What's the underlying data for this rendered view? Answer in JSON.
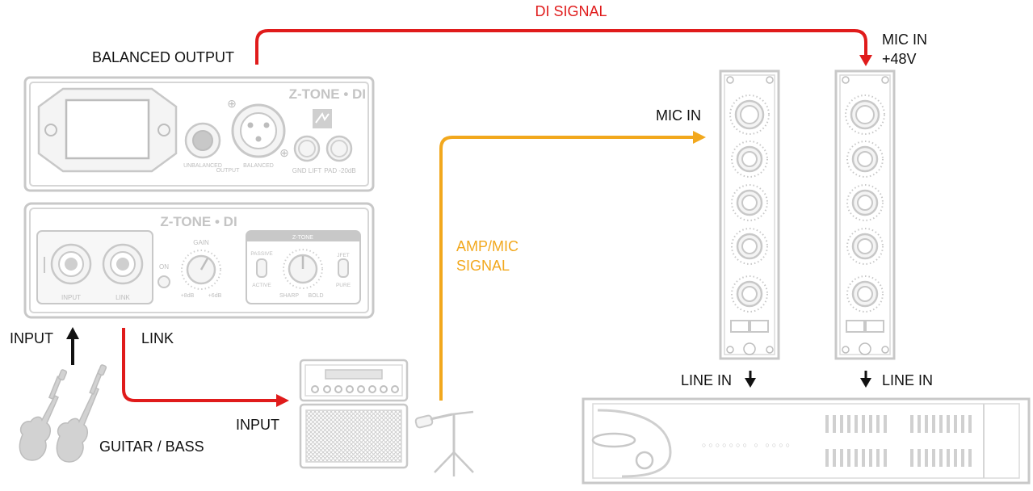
{
  "colors": {
    "di_signal": "#e01b1b",
    "amp_mic_signal": "#f2a81d",
    "arrow_black": "#111111",
    "device_stroke": "#c8c8c8",
    "device_fill": "#f4f4f4"
  },
  "labels": {
    "di_signal": "DI SIGNAL",
    "balanced_output": "BALANCED OUTPUT",
    "mic_in": "MIC IN",
    "mic_in_48v_line1": "MIC IN",
    "mic_in_48v_line2": "+48V",
    "amp_mic_line1": "AMP/MIC",
    "amp_mic_line2": "SIGNAL",
    "input_left": "INPUT",
    "link": "LINK",
    "input_amp": "INPUT",
    "guitar_bass": "GUITAR / BASS",
    "line_in_left": "LINE IN",
    "line_in_right": "LINE IN"
  },
  "device_back": {
    "title": "Z-TONE • DI",
    "unbalanced": "UNBALANCED",
    "output": "OUTPUT",
    "balanced": "BALANCED",
    "gnd_lift": "GND LIFT",
    "pad": "PAD -20dB"
  },
  "device_front": {
    "title": "Z-TONE • DI",
    "input": "INPUT",
    "link": "LINK",
    "on": "ON",
    "gain": "GAIN",
    "gain_min": "+8dB",
    "gain_max": "+6dB",
    "ztone": "Z-TONE",
    "passive": "PASSIVE",
    "active": "ACTIVE",
    "sharp": "SHARP",
    "bold": "BOLD",
    "jfet": "JFET",
    "pure": "PURE"
  },
  "icons": [
    "guitar-icon",
    "bass-icon",
    "amp-head-icon",
    "amp-cabinet-icon",
    "microphone-stand-icon",
    "preamp-module-icon",
    "interface-rack-icon",
    "xlr-connector-icon",
    "jack-connector-icon",
    "knob-icon",
    "arrow-icon"
  ]
}
